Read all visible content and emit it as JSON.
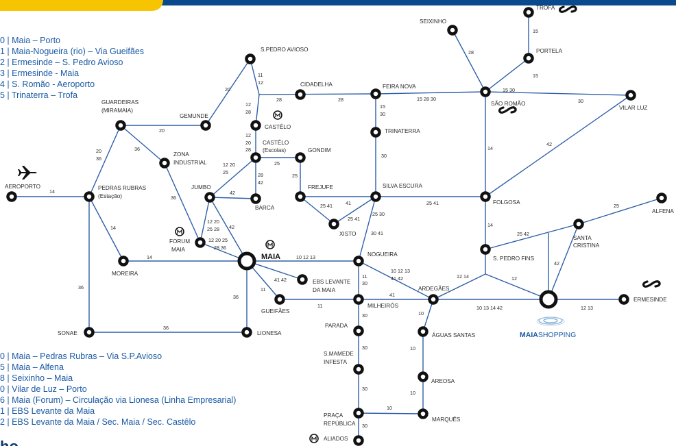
{
  "header": {
    "accent": "#f6c400",
    "bar_color": "#0a4a8c"
  },
  "legend_top": [
    "0 | Maia – Porto",
    "1 | Maia-Nogueira (rio) – Via Gueifães",
    "2 | Ermesinde – S. Pedro Avioso",
    "3 | Ermesinde - Maia",
    "4 | S. Romão - Aeroporto",
    "5 | Trinaterra – Trofa"
  ],
  "legend_bottom": [
    "0 | Maia – Pedras Rubras – Via S.P.Avioso",
    "5 | Maia – Alfena",
    "8 | Seixinho – Maia",
    "0 | Vilar de Luz – Porto",
    "6 | Maia (Forum) – Circulação via Lionesa (Linha Empresarial)",
    "1 | EBS Levante da Maia",
    "2 | EBS Levante da Maia / Sec. Maia / Sec. Castêlo"
  ],
  "bottom_heading": "ho",
  "colors": {
    "line": "#2e5fa8",
    "node": "#111111",
    "legend_text": "#1b5aa5"
  },
  "stations": {
    "trofa": "TROFA",
    "seixinho": "SEIXINHO",
    "portela": "PORTELA",
    "s_pedro_avioso": "S.PEDRO AVIOSO",
    "cidadelha": "CIDADELHA",
    "feira_nova": "FEIRA NOVA",
    "sao_romao": "SÃO ROMÃO",
    "vilar_luz": "VILAR LUZ",
    "guardeiras_1": "GUARDEIRAS",
    "guardeiras_2": "(MIRAMAIA)",
    "gemunde": "GEMUNDE",
    "castelo": "CASTÊLO",
    "castelo_esc_1": "CASTÊLO",
    "castelo_esc_2": "(Escolas)",
    "gondim": "GONDIM",
    "trinaterra": "TRINATERRA",
    "zona_ind_1": "ZONA",
    "zona_ind_2": "INDUSTRIAL",
    "aeroporto": "AEROPORTO",
    "pedras_1": "PEDRAS RUBRAS",
    "pedras_2": "(Estação)",
    "jumbo": "JUMBO",
    "barca": "BARCA",
    "frejufe": "FREJUFE",
    "silva_escura": "SILVA ESCURA",
    "folgosa": "FOLGOSA",
    "alfena": "ALFENA",
    "xisto": "XISTO",
    "forum_1": "FORUM",
    "forum_2": "MAIA",
    "maia": "MAIA",
    "nogueira": "NOGUEIRA",
    "s_pedro_fins": "S. PEDRO FINS",
    "santa_cristina_1": "SANTA",
    "santa_cristina_2": "CRISTINA",
    "moreira": "MOREIRA",
    "ebs_1": "EBS LEVANTE",
    "ebs_2": "DA MAIA",
    "ardegaes": "ARDEGÃES",
    "ermesinde": "ERMESINDE",
    "gueifaes": "GUEIFÃES",
    "milheiros": "MILHEIRÓS",
    "aguas_santas": "ÁGUAS SANTAS",
    "maiashopping_a": "MAIA",
    "maiashopping_b": "SHOPPING",
    "parada": "PARADA",
    "smamede_1": "S.MAMEDE",
    "smamede_2": "INFESTA",
    "areosa": "AREOSA",
    "sonae": "SONAE",
    "lionesa": "LIONESA",
    "praca_1": "PRAÇA",
    "praca_2": "REPÚBLICA",
    "marques": "MARQUÊS",
    "aliados": "ALIADOS"
  },
  "routes": {
    "trofa_portela": "15",
    "seixinho_saoromao": "28",
    "portela_saoromao": "15",
    "saoromao_top": "15 30",
    "vilar_saoromao": "30",
    "feira_saoromao": "15 28 30",
    "cidadelha_feira": "28",
    "cid_left": "28",
    "avioso_down_1": "11",
    "avioso_down_2": "12",
    "avioso_gemunde": "20",
    "castelo_up_1": "12",
    "castelo_up_2": "28",
    "gemunde_guard": "20",
    "feira_trina_1": "15",
    "feira_trina_2": "30",
    "castelo_down_1": "12",
    "castelo_down_2": "20",
    "castelo_down_3": "28",
    "guard_pedras_1": "20",
    "guard_pedras_2": "36",
    "guard_zona": "36",
    "aero": "14",
    "castesc_gondim": "25",
    "trina_silva": "30",
    "saoromao_folgosa": "14",
    "vilar_folgosa": "42",
    "castesc_jumbo_1": "12 20",
    "castesc_jumbo_2": "25",
    "castesc_barca_1": "28",
    "castesc_barca_2": "42",
    "gondim_frejufe": "25",
    "zona_forum": "36",
    "jumbo_barca": "42",
    "frejufe_silva": "41",
    "frejufe_xisto": "25 41",
    "silva_folgosa": "25 41",
    "alfena_santa": "25",
    "xisto_silva": "25 41",
    "pedras_moreira": "14",
    "jumbo_forum_1": "12 20",
    "jumbo_forum_2": "25 28",
    "jumbo_maia": "42",
    "silva_nog_1": "25 30",
    "silva_nog_2": "30 41",
    "folgosa_spf": "14",
    "spf_santa": "25 42",
    "forum_maia_1": "12 20 25",
    "forum_maia_2": "28 36",
    "moreira_maia": "14",
    "maia_nog": "10 12 13",
    "santa_shop": "42",
    "nog_ard_1": "10 12 13",
    "nog_ard_2": "41 42",
    "maia_ebs": "41 42",
    "nog_mil_1": "11",
    "nog_mil_2": "30",
    "pedras_sonae": "36",
    "maia_gueif": "11",
    "maia_lionesa": "36",
    "ard_jn": "12 14",
    "jn_shop": "12",
    "mil_ard": "41",
    "gueif_mil": "11",
    "ard_shop": "10 13 14 42",
    "shop_erm": "12 13",
    "ard_aguas": "10",
    "mil_parada": "30",
    "sonae_lionesa": "36",
    "parada_smamede": "30",
    "aguas_areosa": "10",
    "smamede_praca": "30",
    "areosa_marques": "10",
    "praca_marques": "10",
    "praca_aliados": "30"
  }
}
